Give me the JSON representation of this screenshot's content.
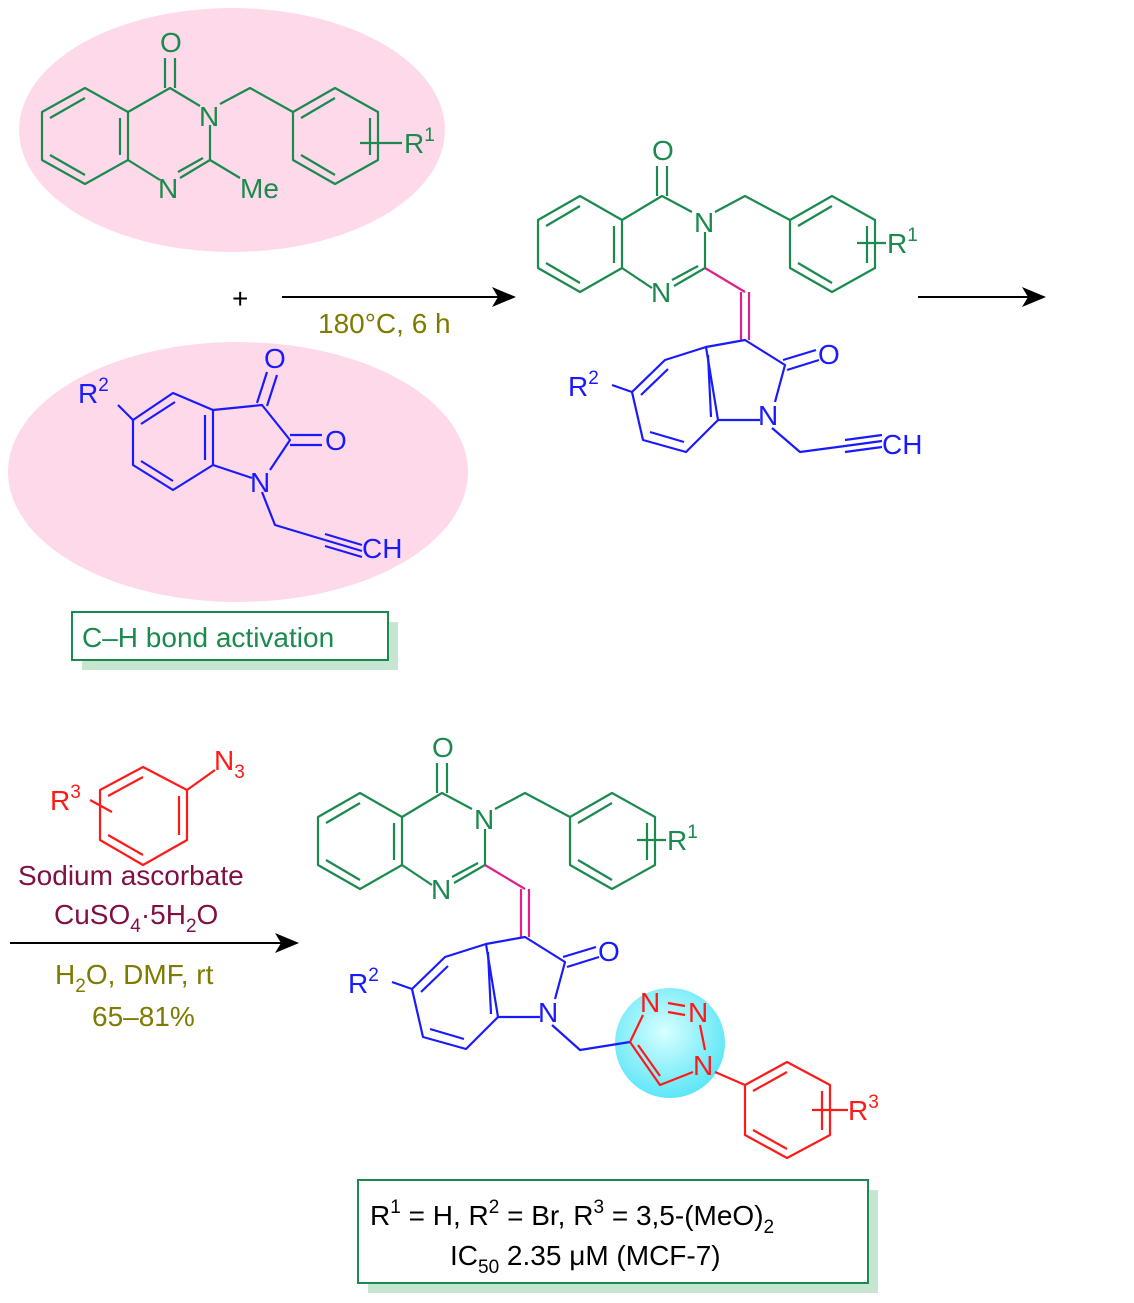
{
  "atoms": {
    "O": "O",
    "N": "N",
    "Me": "Me",
    "CH": "CH",
    "R": "R",
    "N3_base": "N",
    "N3_sub": "3"
  },
  "superscripts": {
    "one": "1",
    "two": "2",
    "three": "3"
  },
  "plus": "+",
  "step1": {
    "conditions": "180°C, 6 h"
  },
  "label_box": "C–H bond activation",
  "step2": {
    "reagent1": "Sodium ascorbate",
    "reagent2_a": "CuSO",
    "reagent2_sub": "4",
    "reagent2_b": "·5H",
    "reagent2_sub2": "2",
    "reagent2_c": "O",
    "solvent_a": "H",
    "solvent_sub": "2",
    "solvent_b": "O, DMF, rt",
    "yield": "65–81%"
  },
  "result_box": {
    "line1": {
      "r1": "R",
      "r1_sup": "1",
      "r1_val": " = H, R",
      "r2_sup": "2",
      "r2_val": " = Br, R",
      "r3_sup": "3",
      "r3_val": " = 3,5-(MeO)",
      "sub": "2"
    },
    "line2": {
      "a": "IC",
      "sub": "50",
      "b": " 2.35 μM (MCF-7)"
    }
  },
  "colors": {
    "green": "#1a8a4e",
    "blue": "#1a1aff",
    "red": "#ff1a1a",
    "magenta": "#e0208a",
    "olive": "#7f7a00",
    "maroon": "#7f0f45",
    "pink": "#fdd9ea",
    "cyan": "#7ff0ff"
  }
}
